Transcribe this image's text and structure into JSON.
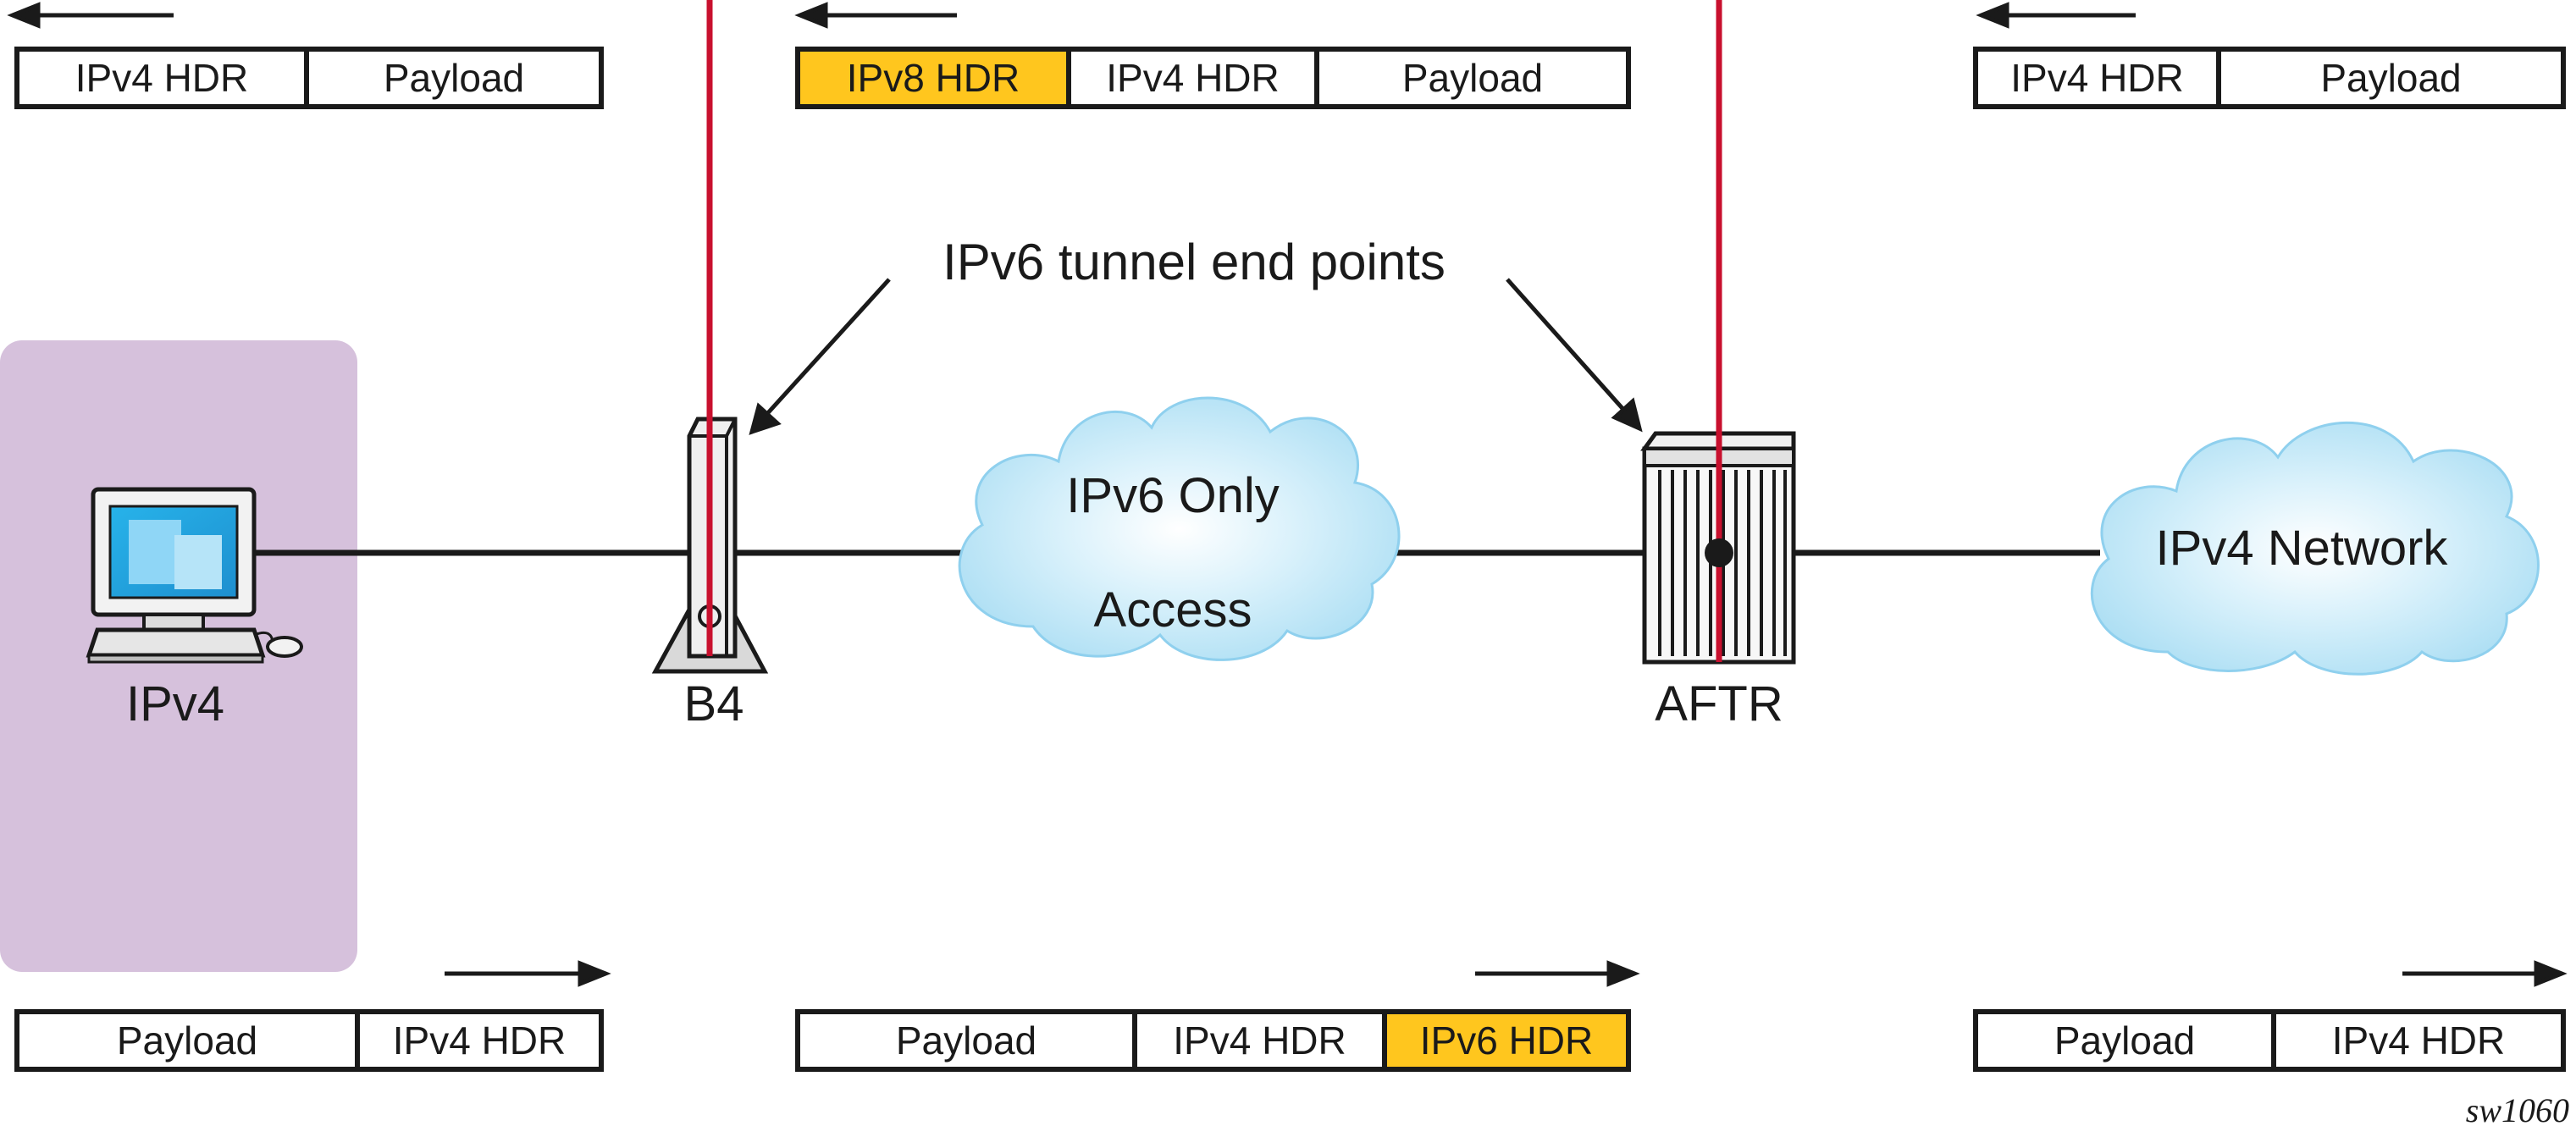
{
  "colors": {
    "tunnel_line": "#c8102e",
    "highlight_header": "#ffc61e",
    "ipv4_host_zone": "#d6c1dc",
    "cloud_fill": "#b3e2f5",
    "link_line": "#1a1a1a"
  },
  "annotation": {
    "text": "IPv6 tunnel end points"
  },
  "nodes": {
    "host": {
      "label": "IPv4",
      "icon": "computer-icon"
    },
    "b4": {
      "label": "B4",
      "icon": "b4-router-icon"
    },
    "aftr": {
      "label": "AFTR",
      "icon": "aftr-chassis-icon"
    }
  },
  "clouds": {
    "access": {
      "line1": "IPv6 Only",
      "line2": "Access"
    },
    "network": {
      "label": "IPv4 Network"
    }
  },
  "packets": {
    "top": [
      {
        "fields": [
          {
            "text": "IPv4 HDR",
            "highlight": false
          },
          {
            "text": "Payload",
            "highlight": false
          }
        ]
      },
      {
        "fields": [
          {
            "text": "IPv8 HDR",
            "highlight": true
          },
          {
            "text": "IPv4 HDR",
            "highlight": false
          },
          {
            "text": "Payload",
            "highlight": false
          }
        ]
      },
      {
        "fields": [
          {
            "text": "IPv4 HDR",
            "highlight": false
          },
          {
            "text": "Payload",
            "highlight": false
          }
        ]
      }
    ],
    "bottom": [
      {
        "fields": [
          {
            "text": "Payload",
            "highlight": false
          },
          {
            "text": "IPv4 HDR",
            "highlight": false
          }
        ]
      },
      {
        "fields": [
          {
            "text": "Payload",
            "highlight": false
          },
          {
            "text": "IPv4 HDR",
            "highlight": false
          },
          {
            "text": "IPv6 HDR",
            "highlight": true
          }
        ]
      },
      {
        "fields": [
          {
            "text": "Payload",
            "highlight": false
          },
          {
            "text": "IPv4 HDR",
            "highlight": false
          }
        ]
      }
    ]
  },
  "figure_id": "sw1060"
}
